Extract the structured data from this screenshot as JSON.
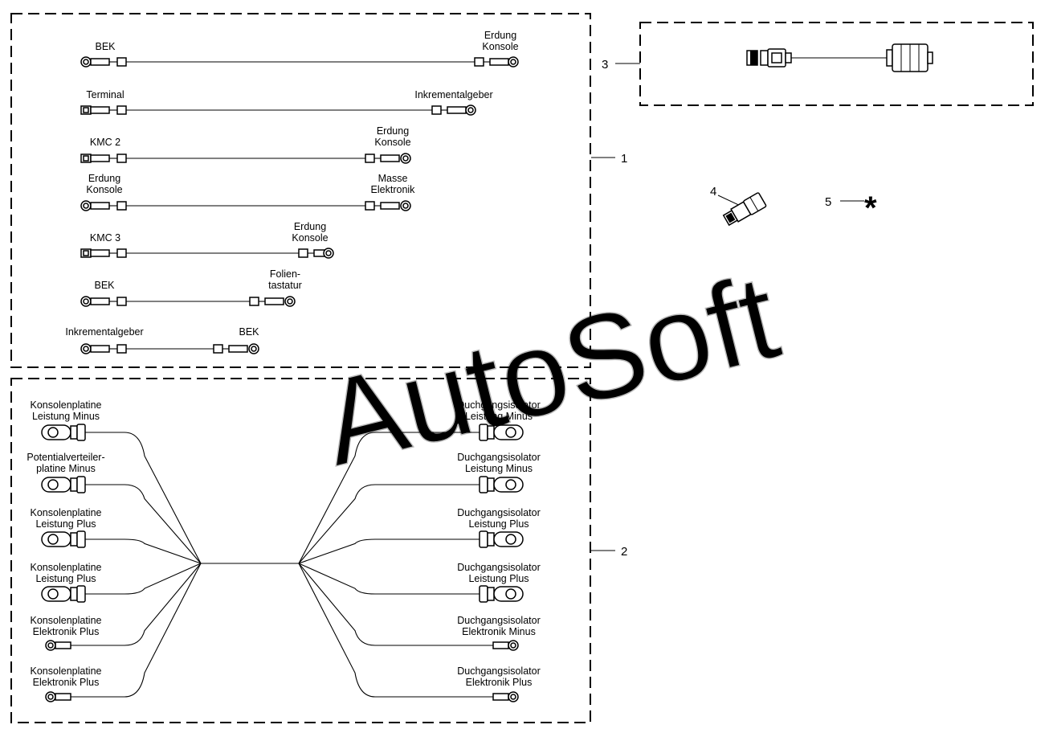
{
  "watermark": "AutoSoft",
  "item_numbers": [
    "1",
    "2",
    "3",
    "4",
    "5"
  ],
  "item5_symbol": "*",
  "cables_group1": [
    {
      "left": [
        "BEK"
      ],
      "right": [
        "Erdung",
        "Konsole"
      ]
    },
    {
      "left": [
        "Terminal"
      ],
      "right": [
        "Inkrementalgeber"
      ]
    },
    {
      "left": [
        "KMC 2"
      ],
      "right": [
        "Erdung",
        "Konsole"
      ]
    },
    {
      "left": [
        "Erdung",
        "Konsole"
      ],
      "right": [
        "Masse",
        "Elektronik"
      ]
    },
    {
      "left": [
        "KMC 3"
      ],
      "right": [
        "Erdung",
        "Konsole"
      ]
    },
    {
      "left": [
        "BEK"
      ],
      "right": [
        "Folien-",
        "tastatur"
      ]
    },
    {
      "left": [
        "Inkrementalgeber"
      ],
      "right": [
        "BEK"
      ]
    }
  ],
  "harness_left": [
    [
      "Konsolenplatine",
      "Leistung Minus"
    ],
    [
      "Potentialverteiler-",
      "platine Minus"
    ],
    [
      "Konsolenplatine",
      "Leistung Plus"
    ],
    [
      "Konsolenplatine",
      "Leistung Plus"
    ],
    [
      "Konsolenplatine",
      "Elektronik Plus"
    ],
    [
      "Konsolenplatine",
      "Elektronik Plus"
    ]
  ],
  "harness_right": [
    [
      "Duchgangsisolator",
      "Leistung Minus"
    ],
    [
      "Duchgangsisolator",
      "Leistung Minus"
    ],
    [
      "Duchgangsisolator",
      "Leistung Plus"
    ],
    [
      "Duchgangsisolator",
      "Leistung Plus"
    ],
    [
      "Duchgangsisolator",
      "Elektronik Minus"
    ],
    [
      "Duchgangsisolator",
      "Elektronik Plus"
    ]
  ]
}
